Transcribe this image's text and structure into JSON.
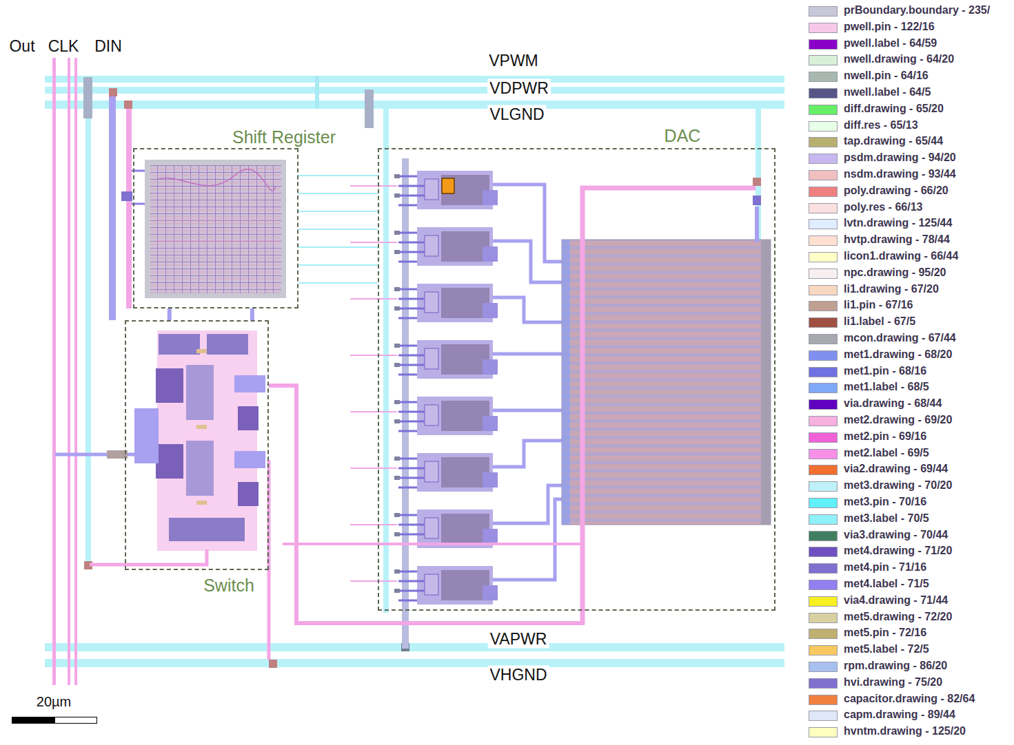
{
  "diagram": {
    "nodes": [
      {
        "text": [
          "Shift Register"
        ]
      },
      {
        "text": [
          "DAC"
        ]
      },
      {
        "text": [
          "Switch"
        ]
      }
    ],
    "edges": [
      {
        "from": 0,
        "to": 1,
        "arrow": "none"
      },
      {
        "from": 0,
        "to": 2,
        "arrow": "none"
      },
      {
        "from": 2,
        "to": 1,
        "arrow": "none"
      }
    ],
    "labels": [
      "Out",
      "CLK",
      "DIN",
      "VPWM",
      "VDPWR",
      "VLGND",
      "VAPWR",
      "VHGND",
      "20µm"
    ],
    "legend": [
      {
        "text": "prBoundary.boundary - 235/",
        "color": "#c8c8d8"
      },
      {
        "text": "pwell.pin - 122/16",
        "color": "#f8c8e8"
      },
      {
        "text": "pwell.label - 64/59",
        "color": "#8a00c8"
      },
      {
        "text": "nwell.drawing - 64/20",
        "color": "#d8f0d8"
      },
      {
        "text": "nwell.pin - 64/16",
        "color": "#a8b8b0"
      },
      {
        "text": "nwell.label - 64/5",
        "color": "#555588"
      },
      {
        "text": "diff.drawing - 65/20",
        "color": "#66ee66"
      },
      {
        "text": "diff.res - 65/13",
        "color": "#e8ffe8"
      },
      {
        "text": "tap.drawing - 65/44",
        "color": "#b8b070"
      },
      {
        "text": "psdm.drawing - 94/20",
        "color": "#c8b8f0"
      },
      {
        "text": "nsdm.drawing - 93/44",
        "color": "#f0c0c0"
      },
      {
        "text": "poly.drawing - 66/20",
        "color": "#f08080"
      },
      {
        "text": "poly.res - 66/13",
        "color": "#fbe0e0"
      },
      {
        "text": "lvtn.drawing - 125/44",
        "color": "#e0ecff"
      },
      {
        "text": "hvtp.drawing - 78/44",
        "color": "#ffe0d0"
      },
      {
        "text": "licon1.drawing - 66/44",
        "color": "#ffffc8"
      },
      {
        "text": "npc.drawing - 95/20",
        "color": "#f8f0f0"
      },
      {
        "text": "li1.drawing - 67/20",
        "color": "#f8d8c0"
      },
      {
        "text": "li1.pin - 67/16",
        "color": "#c0a090"
      },
      {
        "text": "li1.label - 67/5",
        "color": "#a05040"
      },
      {
        "text": "mcon.drawing - 67/44",
        "color": "#a8a8b0"
      },
      {
        "text": "met1.drawing - 68/20",
        "color": "#8090f0"
      },
      {
        "text": "met1.pin - 68/16",
        "color": "#7070e0"
      },
      {
        "text": "met1.label - 68/5",
        "color": "#80a8f8"
      },
      {
        "text": "via.drawing - 68/44",
        "color": "#6000c0"
      },
      {
        "text": "met2.drawing - 69/20",
        "color": "#f8b0e0"
      },
      {
        "text": "met2.pin - 69/16",
        "color": "#f060d8"
      },
      {
        "text": "met2.label - 69/5",
        "color": "#f890e8"
      },
      {
        "text": "via2.drawing - 69/44",
        "color": "#f07030"
      },
      {
        "text": "met3.drawing - 70/20",
        "color": "#c0f0f8"
      },
      {
        "text": "met3.pin - 70/16",
        "color": "#60f0f8"
      },
      {
        "text": "met3.label - 70/5",
        "color": "#90f0f8"
      },
      {
        "text": "via3.drawing - 70/44",
        "color": "#408060"
      },
      {
        "text": "met4.drawing - 71/20",
        "color": "#7050c0"
      },
      {
        "text": "met4.pin - 71/16",
        "color": "#8070d0"
      },
      {
        "text": "met4.label - 71/5",
        "color": "#9080f0"
      },
      {
        "text": "via4.drawing - 71/44",
        "color": "#f8f020"
      },
      {
        "text": "met5.drawing - 72/20",
        "color": "#d8d0a0"
      },
      {
        "text": "met5.pin - 72/16",
        "color": "#c0b070"
      },
      {
        "text": "met5.label - 72/5",
        "color": "#f8c860"
      },
      {
        "text": "rpm.drawing - 86/20",
        "color": "#a8c0f0"
      },
      {
        "text": "hvi.drawing - 75/20",
        "color": "#8070d0"
      },
      {
        "text": "capacitor.drawing - 82/64",
        "color": "#f08040"
      },
      {
        "text": "capm.drawing - 89/44",
        "color": "#e0e8f8"
      },
      {
        "text": "hvntm.drawing - 125/20",
        "color": "#ffffc0"
      }
    ]
  }
}
